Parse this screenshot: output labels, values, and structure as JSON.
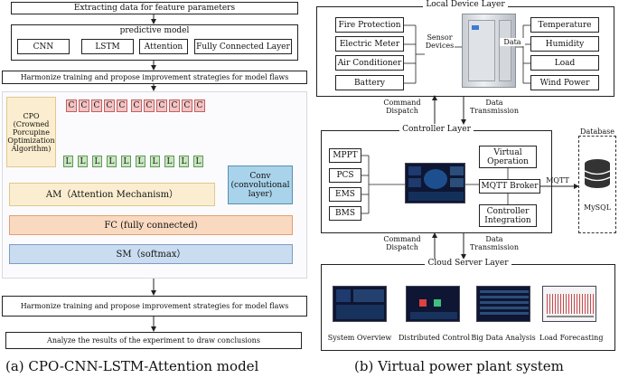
{
  "left": {
    "step1": "Extracting data for feature parameters",
    "predictive": {
      "title": "predictive model",
      "items": [
        "CNN",
        "LSTM",
        "Attention",
        "Fully Connected Layer"
      ]
    },
    "step2": "Harmonize training and propose improvement strategies for model flaws",
    "cpo": "CPO (Crowned Porcupine Optimization Algorithm)",
    "cpo_lines": [
      "CPO",
      "(Crowned",
      "Porcupine",
      "Optimization",
      "Algorithm)"
    ],
    "c_label": "C",
    "l_label": "L",
    "conv_lines": [
      "Conv",
      "(convolutional",
      "layer)"
    ],
    "am": "AM（Attention Mechanism）",
    "fc": "FC (fully connected)",
    "sm": "SM（softmax）",
    "step3": "Harmonize training and propose improvement strategies for model flaws",
    "step4": "Analyze the results of the experiment to draw conclusions",
    "caption": "(a) CPO-CNN-LSTM-Attention model"
  },
  "right": {
    "local_layer": "Local Device Layer",
    "local_left": [
      "Fire Protection",
      "Electric Meter",
      "Air Conditioner",
      "Battery"
    ],
    "sensor": [
      "Sensor",
      "Devices"
    ],
    "data": "Data",
    "local_right": [
      "Temperature",
      "Humidity",
      "Load",
      "Wind Power"
    ],
    "cmd1": [
      "Command",
      "Dispatch"
    ],
    "tx1": [
      "Data",
      "Transmission"
    ],
    "controller_layer": "Controller Layer",
    "ctrl_left": [
      "MPPT",
      "PCS",
      "EMS",
      "BMS"
    ],
    "virtual_op": [
      "Virtual",
      "Operation"
    ],
    "mqtt_broker": "MQTT Broker",
    "ctrl_integ": [
      "Controller",
      "Integration"
    ],
    "mqtt": "MQTT",
    "database": "Database",
    "mysql": "MySQL",
    "cmd2": [
      "Command",
      "Dispatch"
    ],
    "tx2": [
      "Data",
      "Transmission"
    ],
    "cloud_layer": "Cloud Server Layer",
    "cloud_items": [
      "System Overview",
      "Distributed Control",
      "Big Data Analysis",
      "Load Forecasting"
    ],
    "caption": "(b) Virtual power plant system"
  }
}
